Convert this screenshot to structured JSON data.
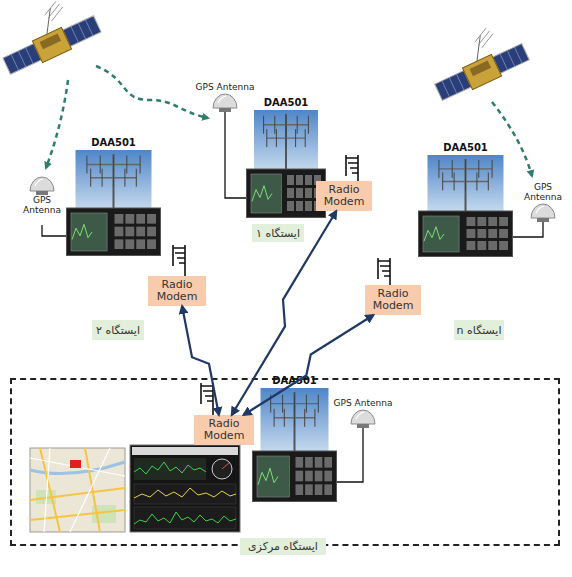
{
  "diagram": {
    "nodes": [
      {
        "text": [
          "GPS Antenna"
        ]
      },
      {
        "text": [
          "DAA501"
        ]
      },
      {
        "text": [
          "DAA501"
        ]
      },
      {
        "text": [
          "DAA501"
        ]
      },
      {
        "text": [
          "GPS Antenna"
        ]
      },
      {
        "text": [
          "GPS Antenna"
        ]
      },
      {
        "text": [
          "Radio Modem"
        ]
      },
      {
        "text": [
          "ایستگاه ۱"
        ]
      },
      {
        "text": [
          "Radio Modem"
        ]
      },
      {
        "text": [
          "Radio Modem"
        ]
      },
      {
        "text": [
          "ایستگاه ۲"
        ]
      },
      {
        "text": [
          "ایستگاه n"
        ]
      },
      {
        "text": [
          "ایستگاه مرکزی"
        ]
      },
      {
        "text": [
          "DAA501"
        ],
        "in": 12
      },
      {
        "text": [
          "GPS Antenna"
        ],
        "in": 12
      },
      {
        "text": [
          "Radio Modem"
        ],
        "in": 12
      }
    ],
    "edges": [
      {
        "from": 0,
        "to": 1,
        "arrow": "none"
      },
      {
        "from": 4,
        "to": 2,
        "arrow": "none"
      },
      {
        "from": 5,
        "to": 3,
        "arrow": "none"
      },
      {
        "from": 14,
        "to": 13,
        "arrow": "none"
      },
      {
        "from": 8,
        "to": 15,
        "arrow": "both"
      },
      {
        "from": 6,
        "to": 15,
        "arrow": "both"
      },
      {
        "from": 9,
        "to": 15,
        "arrow": "both"
      }
    ]
  }
}
